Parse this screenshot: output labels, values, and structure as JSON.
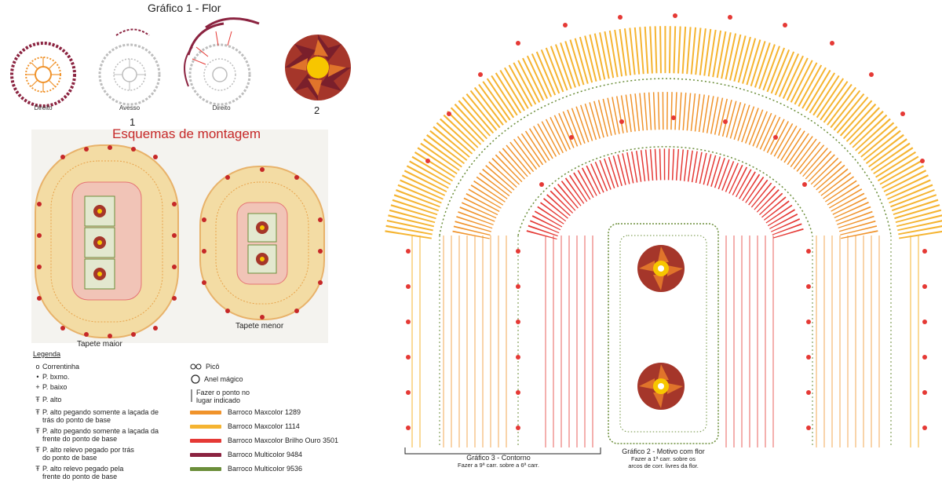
{
  "header": {
    "title": "Gráfico 1 - Flor"
  },
  "flower_steps": {
    "captions": [
      "Direito",
      "Avesso",
      "Direito"
    ],
    "step_numbers": [
      "1",
      "2"
    ]
  },
  "assembly": {
    "title": "Esquemas de montagem",
    "large_label": "Tapete maior",
    "small_label": "Tapete menor"
  },
  "legend": {
    "title": "Legenda",
    "stitches": [
      {
        "symbol": "o",
        "text": "Correntinha"
      },
      {
        "symbol": "•",
        "text": "P. bxmo."
      },
      {
        "symbol": "+",
        "text": "P. baixo"
      },
      {
        "symbol": "Ŧ",
        "text": "P. alto"
      },
      {
        "symbol": "Ŧ",
        "text": "P. alto pegando somente a laçada de trás do ponto de base"
      },
      {
        "symbol": "Ŧ",
        "text": "P. alto pegando somente a laçada da frente do ponto de base"
      },
      {
        "symbol": "Ŧ",
        "text": "P. alto relevo pegado por trás do ponto de base"
      },
      {
        "symbol": "Ŧ",
        "text": "P. alto relevo pegado pela frente do ponto de base"
      }
    ],
    "extras": [
      {
        "text": "Picô"
      },
      {
        "text": "Anel mágico"
      },
      {
        "text": "Fazer o ponto no lugar indicado"
      }
    ],
    "yarns": [
      {
        "text": "Barroco Maxcolor 1289",
        "color": "#f0932b"
      },
      {
        "text": "Barroco Maxcolor 1114",
        "color": "#f5b431"
      },
      {
        "text": "Barroco Maxcolor Brilho Ouro 3501",
        "color": "#e53935"
      },
      {
        "text": "Barroco Multicolor 9484",
        "color": "#8b2340"
      },
      {
        "text": "Barroco Multicolor 9536",
        "color": "#6b8e3a"
      }
    ]
  },
  "graphic3": {
    "title": "Gráfico 3 - Contorno",
    "note": "Fazer a 9ª carr. sobre a 6ª carr."
  },
  "graphic2": {
    "title": "Gráfico 2 - Motivo com flor",
    "note_line1": "Fazer a 1ª carr. sobre os",
    "note_line2": "arcos de corr. livres da flor."
  },
  "colors": {
    "orange": "#f0932b",
    "yellow": "#f5b431",
    "red": "#e53935",
    "wine": "#8b2340",
    "green": "#6b8e3a",
    "gold": "#f7c600",
    "grey": "#bdbdbd"
  }
}
